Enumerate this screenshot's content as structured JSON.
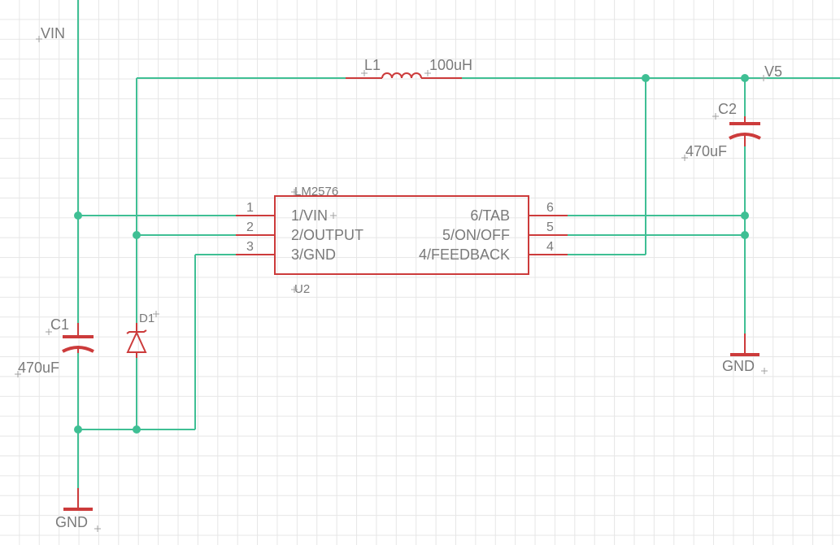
{
  "schematic": {
    "nets": {
      "vin": "VIN",
      "v5": "V5",
      "gnd_left": "GND",
      "gnd_right": "GND"
    },
    "inductor": {
      "ref": "L1",
      "value": "100uH"
    },
    "c1": {
      "ref": "C1",
      "value": "470uF"
    },
    "c2": {
      "ref": "C2",
      "value": "470uF"
    },
    "diode": {
      "ref": "D1"
    },
    "ic": {
      "ref": "U2",
      "value": "LM2576",
      "pins_left": [
        {
          "num": "1",
          "name": "1/VIN"
        },
        {
          "num": "2",
          "name": "2/OUTPUT"
        },
        {
          "num": "3",
          "name": "3/GND"
        }
      ],
      "pins_right": [
        {
          "num": "6",
          "name": "6/TAB"
        },
        {
          "num": "5",
          "name": "5/ON/OFF"
        },
        {
          "num": "4",
          "name": "4/FEEDBACK"
        }
      ]
    }
  },
  "colors": {
    "wire": "#3fbf94",
    "component": "#cc3b3b",
    "label": "#7a7a7a",
    "grid": "#e6e6e6"
  }
}
